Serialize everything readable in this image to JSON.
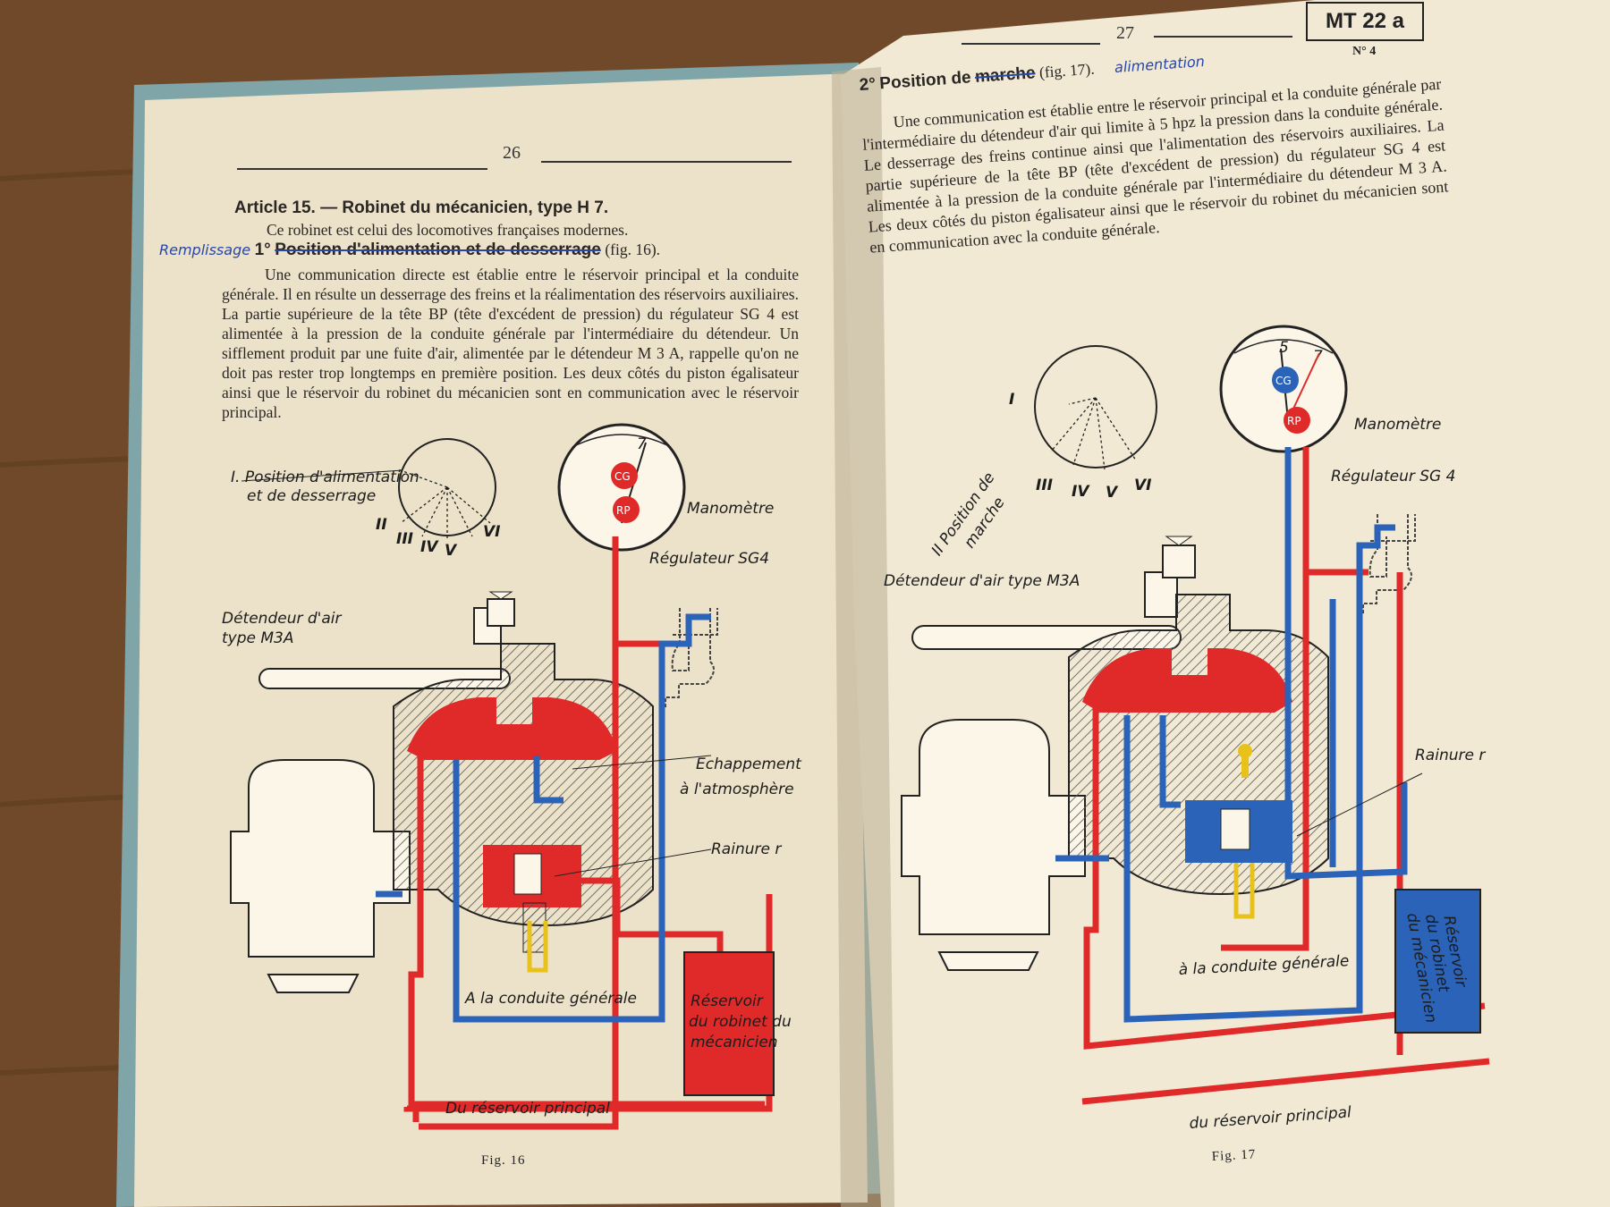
{
  "left_page": {
    "page_number": "26",
    "article_title": "Article 15. — Robinet du mécanicien, type H 7.",
    "intro": "Ce robinet est celui des locomotives françaises modernes.",
    "handwritten_note": "Remplissage",
    "section_number": "1°",
    "section_heading": "Position d'alimentation et de desserrage",
    "section_ref": "(fig. 16).",
    "paragraph": "Une communication directe est établie entre le réservoir principal et la conduite générale. Il en résulte un desserrage des freins et la réalimentation des réservoirs auxiliaires. La partie supérieure de la tête BP (tête d'excédent de pression) du régulateur SG 4 est alimentée à la pression de la conduite générale par l'intermédiaire du détendeur. Un sifflement produit par une fuite d'air, alimentée par le détendeur M 3 A, rappelle qu'on ne doit pas rester trop longtemps en première position. Les deux côtés du piston égalisateur ainsi que le réservoir du robinet du mécanicien sont en communication avec le réservoir principal.",
    "figure": {
      "position_label_1": "I. Position d'alimentation",
      "position_label_2": "et de desserrage",
      "dial_marks": [
        "II",
        "III",
        "IV",
        "V",
        "VI"
      ],
      "gauge_number": "7",
      "gauge_cg": "CG",
      "gauge_rp": "RP",
      "manometre": "Manomètre",
      "regulateur": "Régulateur SG4",
      "detendeur_1": "Détendeur d'air",
      "detendeur_2": "type M3A",
      "echappement_1": "Echappement",
      "echappement_2": "à l'atmosphère",
      "rainure": "Rainure r",
      "conduite": "A la conduite générale",
      "reservoir_1": "Réservoir",
      "reservoir_2": "du robinet du",
      "reservoir_3": "mécanicien",
      "reservoir_principal": "Du réservoir principal",
      "caption": "Fig. 16"
    }
  },
  "right_page": {
    "page_number": "27",
    "stamp": "MT 22 a",
    "stamp_sub": "N° 4",
    "section_number": "2°",
    "heading_prefix": "Position de",
    "heading_struck": "marche",
    "section_ref": "(fig. 17).",
    "handwritten_note": "alimentation",
    "paragraph": "Une communication est établie entre le réservoir principal et la conduite générale par l'intermédiaire du détendeur d'air qui limite à 5 hpz la pression dans la conduite générale. Le desserrage des freins continue ainsi que l'alimentation des réservoirs auxiliaires. La partie supérieure de la tête BP (tête d'excédent de pression) du régulateur SG 4 est alimentée à la pression de la conduite générale par l'intermédiaire du détendeur M 3 A. Les deux côtés du piston égalisateur ainsi que le réservoir du robinet du mécanicien sont en communication avec la conduite générale.",
    "figure": {
      "dial_mark_i": "I",
      "dial_marks": [
        "III",
        "IV",
        "V",
        "VI"
      ],
      "position_label_1": "II Position de",
      "position_label_2": "marche",
      "gauge_5": "5",
      "gauge_7": "7",
      "gauge_cg": "CG",
      "gauge_rp": "RP",
      "manometre": "Manomètre",
      "regulateur": "Régulateur SG 4",
      "detendeur": "Détendeur d'air type M3A",
      "rainure": "Rainure r",
      "conduite": "à la conduite générale",
      "reservoir_1": "Réservoir",
      "reservoir_2": "du robinet",
      "reservoir_3": "du mécanicien",
      "reservoir_principal": "du réservoir principal",
      "caption": "Fig. 17"
    }
  },
  "colors": {
    "pipe_red": "#e02a2a",
    "pipe_blue": "#2b63b8",
    "paper": "#efe6cf",
    "ink": "#2a2623",
    "pencil_blue": "#2746a8",
    "wood": "#6e4a2c"
  }
}
